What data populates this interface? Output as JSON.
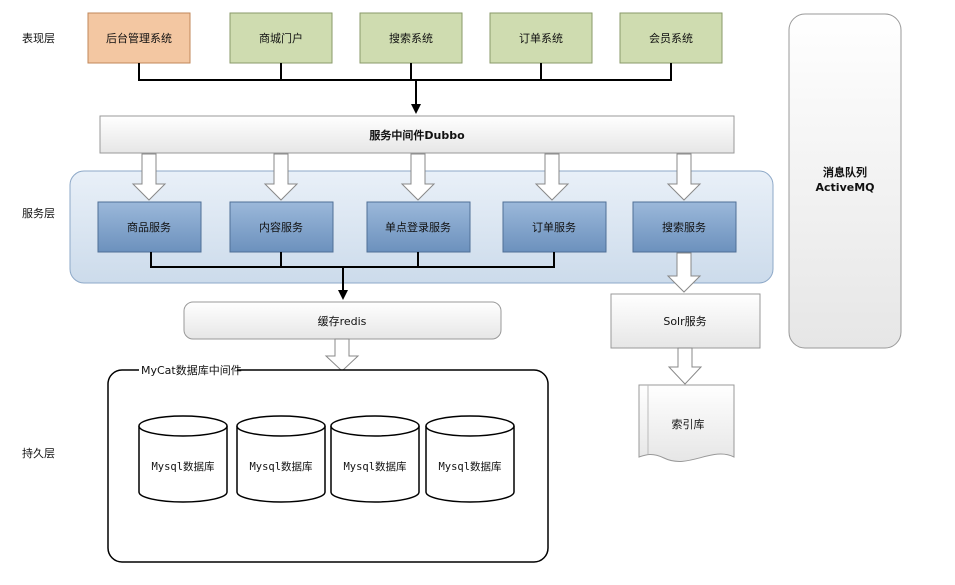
{
  "layers": {
    "presentation": "表现层",
    "service": "服务层",
    "persistence": "持久层"
  },
  "presentation_systems": [
    "后台管理系统",
    "商城门户",
    "搜索系统",
    "订单系统",
    "会员系统"
  ],
  "middleware": "服务中间件Dubbo",
  "services": [
    "商品服务",
    "内容服务",
    "单点登录服务",
    "订单服务",
    "搜索服务"
  ],
  "cache": "缓存redis",
  "solr": "Solr服务",
  "index": "索引库",
  "mycat": "MyCat数据库中间件",
  "databases": [
    "Mysql数据库",
    "Mysql数据库",
    "Mysql数据库",
    "Mysql数据库"
  ],
  "mq": {
    "line1": "消息队列",
    "line2": "ActiveMQ"
  },
  "colors": {
    "admin_fill": "#f3c7a2",
    "admin_stroke": "#c0875a",
    "portal_fill": "#cfdcb0",
    "portal_stroke": "#8a9a6a",
    "service_fill": "#7fa3cc",
    "service_stroke": "#4f6f96",
    "service_band": "#dde8f3"
  }
}
